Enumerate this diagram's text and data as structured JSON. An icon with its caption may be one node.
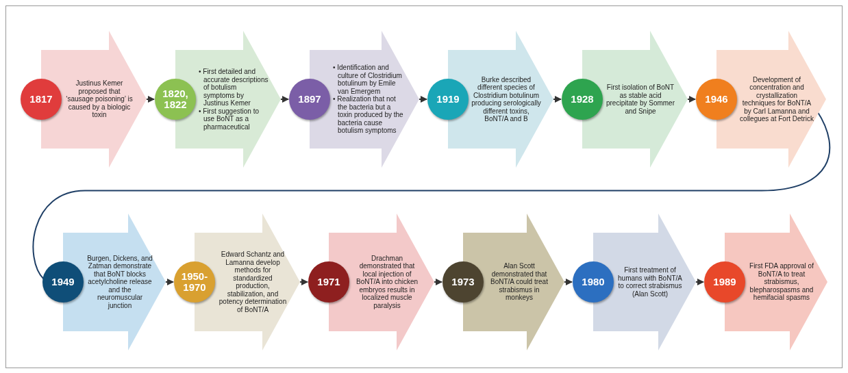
{
  "diagram": {
    "nodes": [
      {
        "text": [
          "1817",
          "Justinus Kemer proposed that ‘sausage poisoning’ is caused by a biologic toxin"
        ]
      },
      {
        "text": [
          "1820, 1822",
          "• First detailed and accurate descriptions of botulism symptoms by Justinus Kemer",
          "• First suggestion to use BoNT as a pharmaceutical"
        ]
      },
      {
        "text": [
          "1897",
          "• Identification and culture of Clostridium botulinum by Emile van Emergem",
          "• Realization that not the bacteria but a toxin produced by the bacteria cause botulism symptoms"
        ]
      },
      {
        "text": [
          "1919",
          "Burke described different species of Clostridium botulinum producing serologically different toxins, BoNT/A and B"
        ]
      },
      {
        "text": [
          "1928",
          "First isolation of BoNT as stable acid precipitate by Sommer and Snipe"
        ]
      },
      {
        "text": [
          "1946",
          "Development of concentration and crystallization techniques for BoNT/A by Carl Lamanna and collegues at Fort Detrick"
        ]
      },
      {
        "text": [
          "1949",
          "Burgen, Dickens, and Zatman demonstrate that BoNT blocks acetylcholine release and the neuromuscular junction"
        ]
      },
      {
        "text": [
          "1950- 1970",
          "Edward Schantz and Lamanna develop methods for standardized production, stabilization, and potency determination of BoNT/A"
        ]
      },
      {
        "text": [
          "1971",
          "Drachman demonstrated that local injection of BoNT/A into chicken embryos results in localized muscle paralysis"
        ]
      },
      {
        "text": [
          "1973",
          "Alan Scott demonstrated that BoNT/A could treat strabismus in monkeys"
        ]
      },
      {
        "text": [
          "1980",
          "First treatment of humans with BoNT/A to correct strabismus (Alan Scott)"
        ]
      },
      {
        "text": [
          "1989",
          "First FDA approval of BoNT/A to treat strabismus, blepharospasms and hemifacial spasms"
        ]
      }
    ],
    "edges": [
      {
        "from": 0,
        "to": 1,
        "arrow": "to"
      },
      {
        "from": 1,
        "to": 2,
        "arrow": "to"
      },
      {
        "from": 2,
        "to": 3,
        "arrow": "to"
      },
      {
        "from": 3,
        "to": 4,
        "arrow": "to"
      },
      {
        "from": 4,
        "to": 5,
        "arrow": "to"
      },
      {
        "from": 5,
        "to": 6,
        "arrow": "none",
        "color": "#1f3f66"
      },
      {
        "from": 6,
        "to": 7,
        "arrow": "to"
      },
      {
        "from": 7,
        "to": 8,
        "arrow": "to"
      },
      {
        "from": 8,
        "to": 9,
        "arrow": "to"
      },
      {
        "from": 9,
        "to": 10,
        "arrow": "to"
      },
      {
        "from": 10,
        "to": 11,
        "arrow": "to"
      }
    ]
  }
}
